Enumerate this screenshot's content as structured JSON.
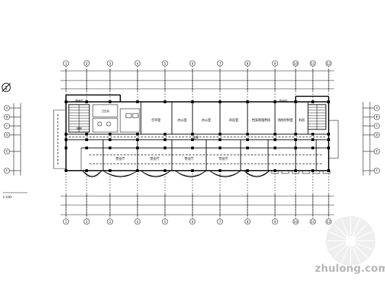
{
  "plan": {
    "axis_numbers_top": [
      "1",
      "2",
      "3",
      "4",
      "5",
      "6",
      "7",
      "8",
      "9",
      "10",
      "11",
      "12"
    ],
    "axis_letters_side": [
      "A",
      "B",
      "C",
      "D",
      "E",
      "F"
    ],
    "rooms_north": [
      "打印室",
      "办公室",
      "办公室",
      "阅览室",
      "档案管理用房",
      "消防控制室",
      "机房"
    ],
    "rooms_south": [
      "营业厅",
      "营业厅",
      "营业厅",
      "营业厅"
    ],
    "room_misc": [
      "楼梯间",
      "电梯",
      "卫生间",
      "走廊",
      "配电间"
    ],
    "section_mark": "1",
    "left_note": "1:100"
  },
  "watermark": {
    "brand": "zhulong.com"
  },
  "colors": {
    "line": "#000000",
    "background": "#ffffff",
    "watermark": "#b8b8b8"
  }
}
